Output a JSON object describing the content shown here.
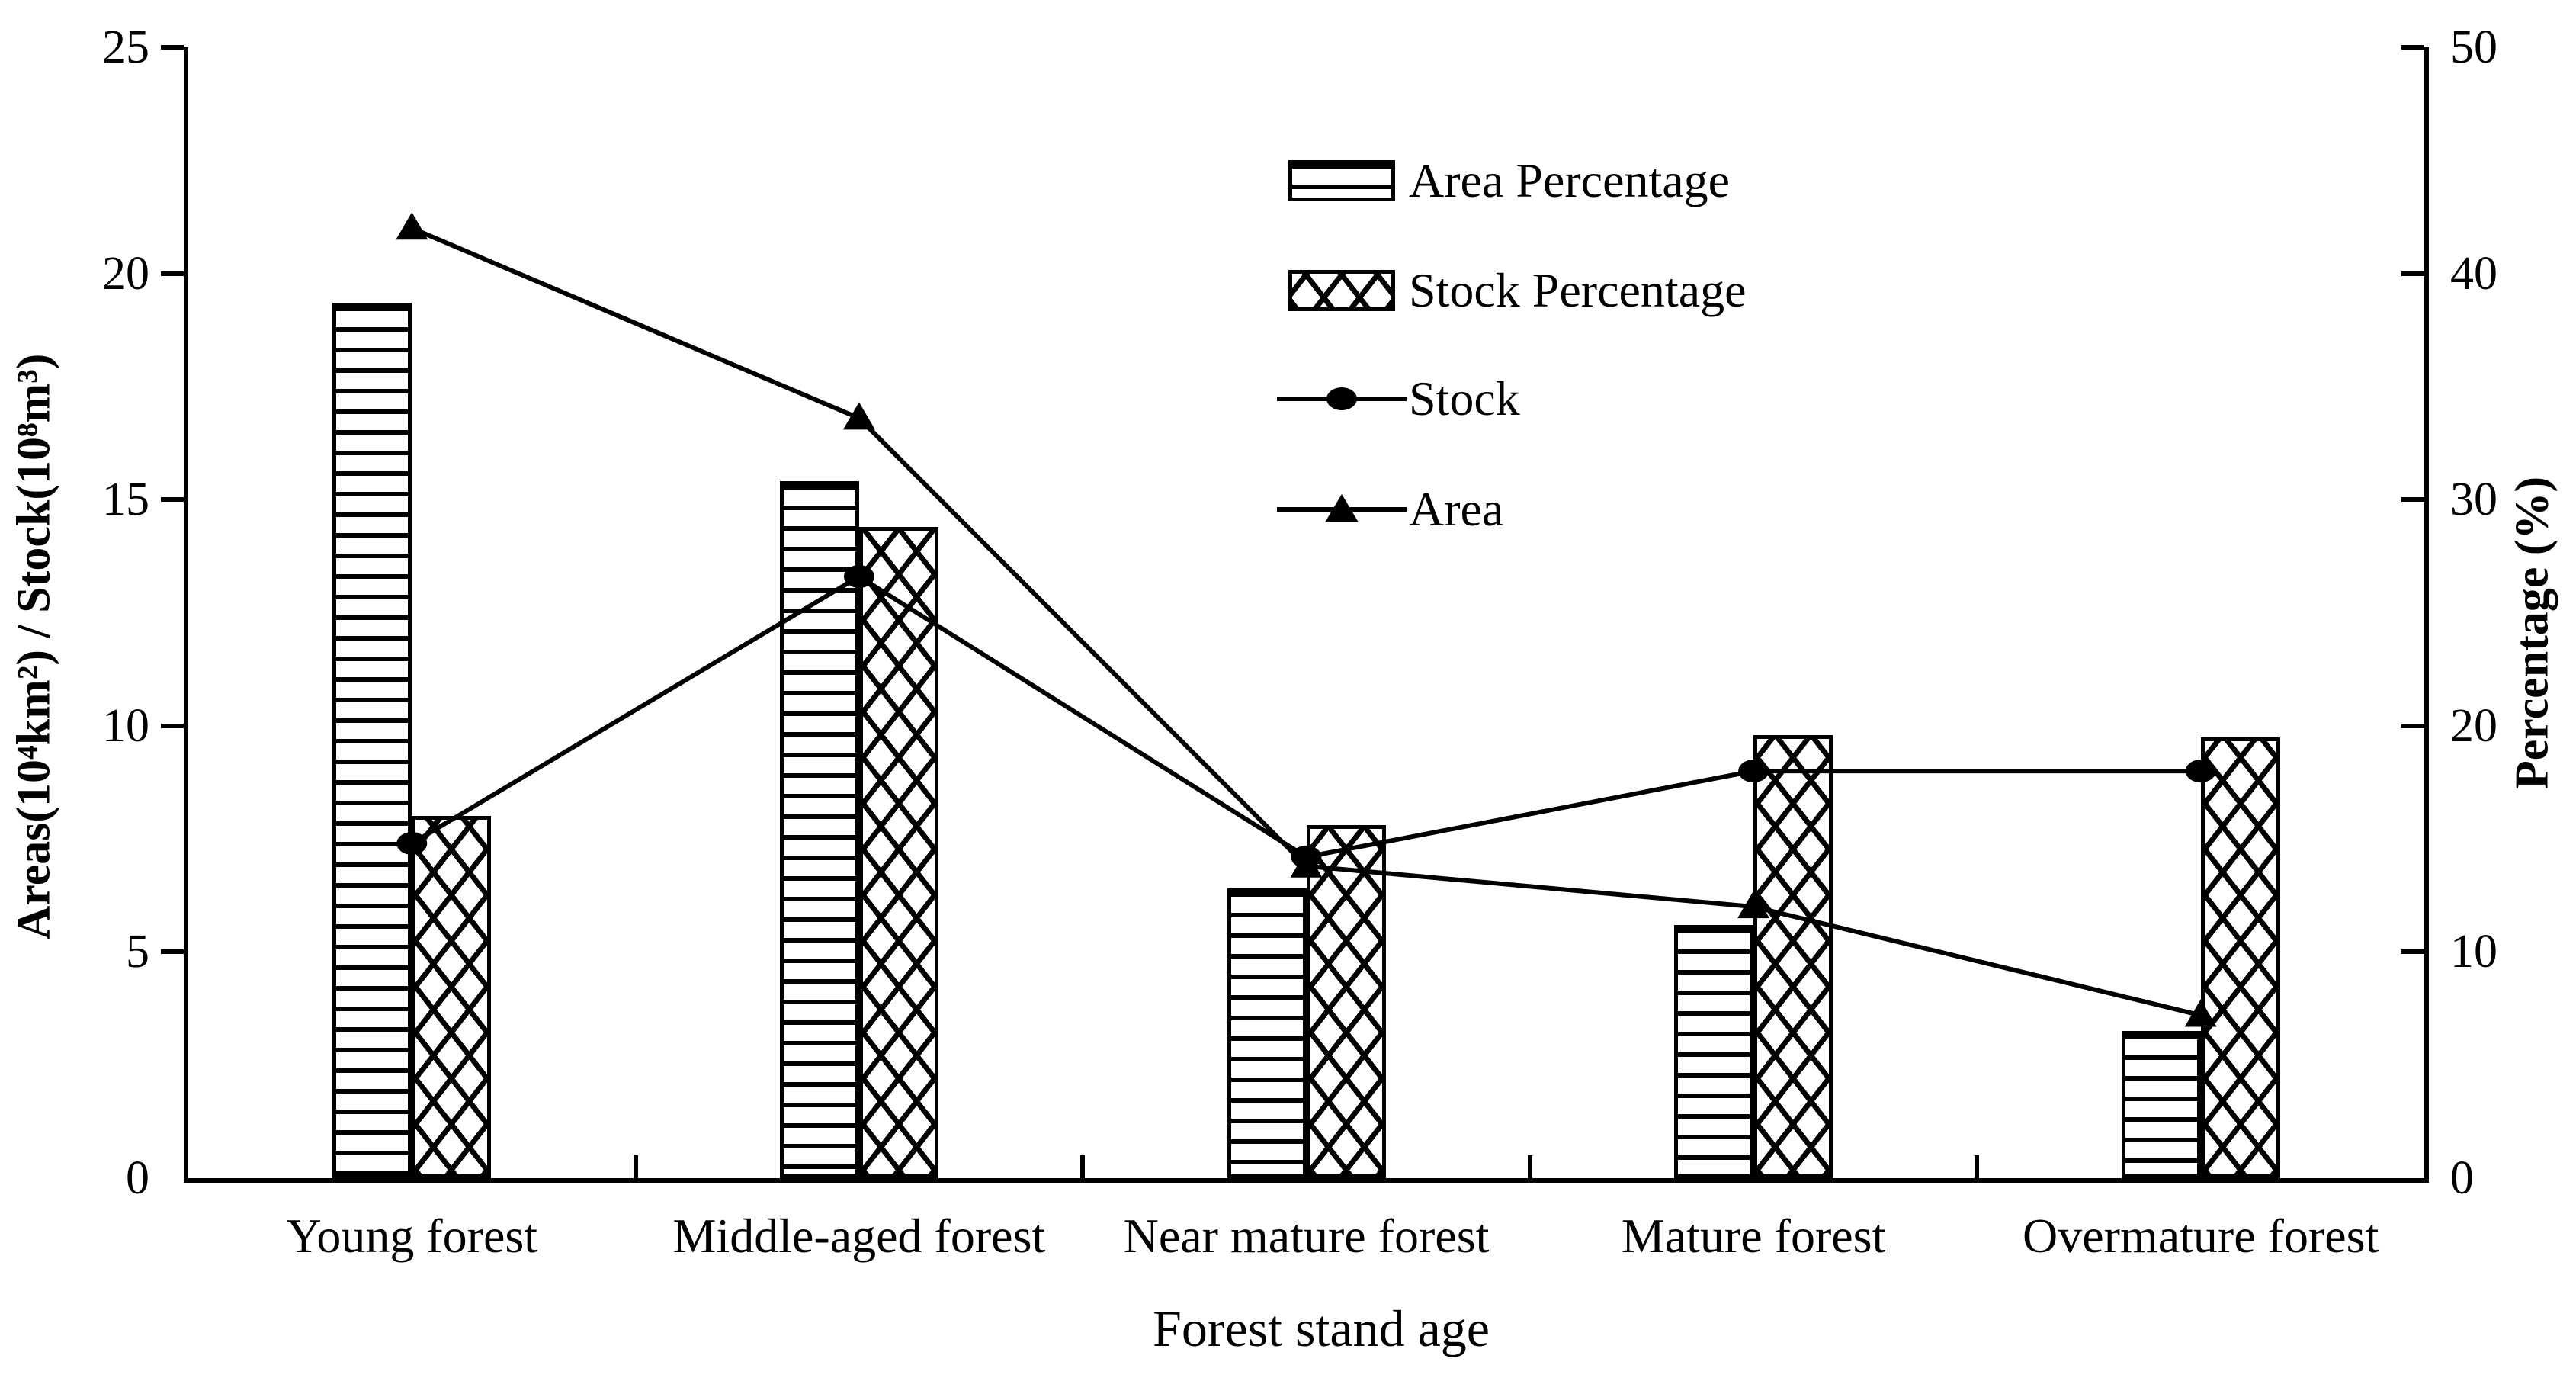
{
  "chart_data": {
    "type": "bar",
    "subtype": "bar-line-combo",
    "categories": [
      "Young forest",
      "Middle-aged forest",
      "Near mature forest",
      "Mature forest",
      "Overmature forest"
    ],
    "series": [
      {
        "name": "Area Percentage",
        "kind": "bar",
        "axis": "right",
        "hatch": "horizontal-lines",
        "values": [
          38.7,
          30.8,
          12.8,
          11.2,
          6.5
        ]
      },
      {
        "name": "Stock Percentage",
        "kind": "bar",
        "axis": "right",
        "hatch": "diagonal-crosshatch",
        "values": [
          16.0,
          28.8,
          15.6,
          19.6,
          19.5
        ]
      },
      {
        "name": "Stock",
        "kind": "line",
        "axis": "left",
        "marker": "circle",
        "values": [
          7.4,
          13.3,
          7.1,
          9.0,
          9.0
        ]
      },
      {
        "name": "Area",
        "kind": "line",
        "axis": "left",
        "marker": "triangle",
        "values": [
          21.0,
          16.8,
          6.9,
          6.0,
          3.6
        ]
      }
    ],
    "left_axis": {
      "title": "Areas(10⁴km²) / Stock(10⁸m³)",
      "min": 0,
      "max": 25,
      "ticks": [
        0,
        5,
        10,
        15,
        20,
        25
      ]
    },
    "right_axis": {
      "title": "Percentage (%)",
      "min": 0,
      "max": 50,
      "ticks": [
        0,
        10,
        20,
        30,
        40,
        50
      ]
    },
    "x_axis": {
      "title": "Forest stand age"
    },
    "legend": {
      "position": "upper-center-right",
      "entries": [
        "Area Percentage",
        "Stock Percentage",
        "Stock",
        "Area"
      ]
    },
    "colors": {
      "ink": "#000000",
      "background": "#ffffff"
    },
    "grid": false
  }
}
